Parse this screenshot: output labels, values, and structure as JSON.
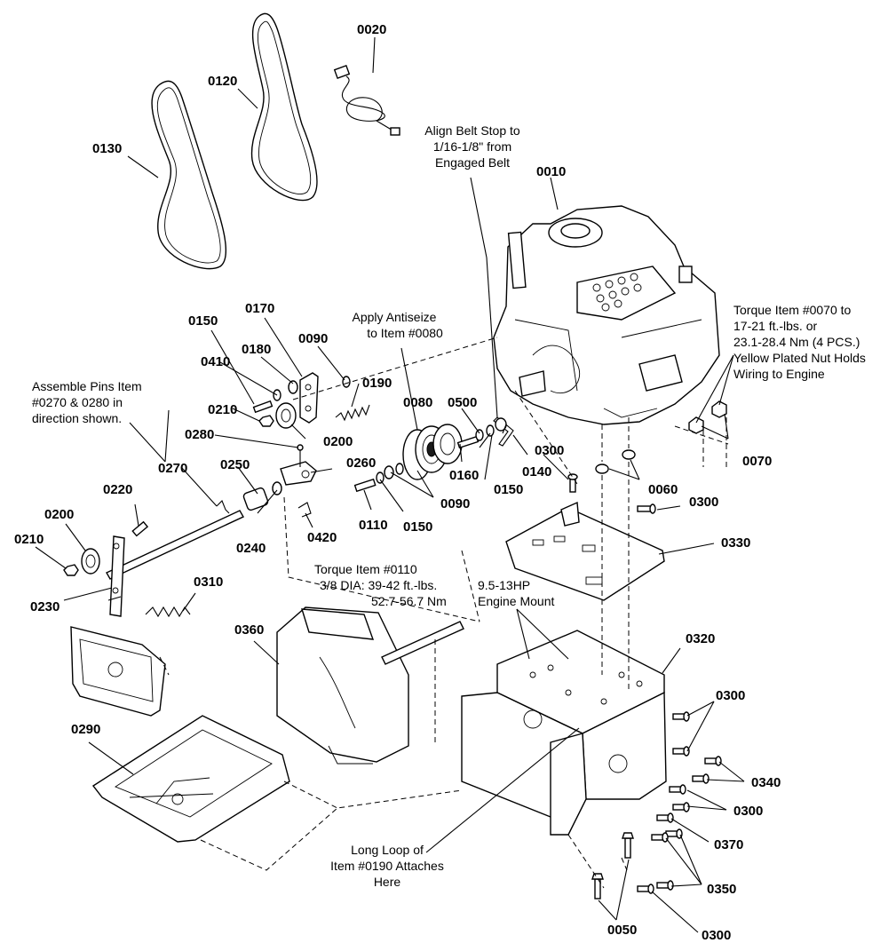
{
  "part_labels": {
    "p0010": "0010",
    "p0020": "0020",
    "p0050": "0050",
    "p0060": "0060",
    "p0070": "0070",
    "p0080": "0080",
    "p0090a": "0090",
    "p0090b": "0090",
    "p0110": "0110",
    "p0120": "0120",
    "p0130": "0130",
    "p0140": "0140",
    "p0150a": "0150",
    "p0150b": "0150",
    "p0150c": "0150",
    "p0160": "0160",
    "p0170": "0170",
    "p0180": "0180",
    "p0190": "0190",
    "p0200a": "0200",
    "p0200b": "0200",
    "p0210a": "0210",
    "p0210b": "0210",
    "p0220": "0220",
    "p0230": "0230",
    "p0240": "0240",
    "p0250": "0250",
    "p0260": "0260",
    "p0270": "0270",
    "p0280": "0280",
    "p0290": "0290",
    "p0300a": "0300",
    "p0300b": "0300",
    "p0300c": "0300",
    "p0300d": "0300",
    "p0300e": "0300",
    "p0310": "0310",
    "p0320": "0320",
    "p0330": "0330",
    "p0340": "0340",
    "p0350": "0350",
    "p0360": "0360",
    "p0370": "0370",
    "p0410": "0410",
    "p0420": "0420",
    "p0500": "0500"
  },
  "notes": {
    "belt_stop": [
      "Align Belt Stop to",
      "1/16-1/8\" from",
      "Engaged Belt"
    ],
    "antiseize": [
      "Apply Antiseize",
      "to Item #0080"
    ],
    "assemble_pins": [
      "Assemble Pins Item",
      "#0270 & 0280 in",
      "direction shown."
    ],
    "torque_0070": [
      "Torque Item #0070 to",
      "17-21 ft.-lbs. or",
      "23.1-28.4 Nm (4 PCS.)",
      "Yellow Plated Nut Holds",
      "Wiring to Engine"
    ],
    "torque_0110": [
      "Torque Item #0110",
      "3/8 DIA: 39-42 ft.-lbs.",
      "52.7-56.7 Nm"
    ],
    "engine_mount": [
      "9.5-13HP",
      "Engine Mount"
    ],
    "long_loop": [
      "Long Loop of",
      "Item #0190 Attaches",
      "Here"
    ]
  }
}
